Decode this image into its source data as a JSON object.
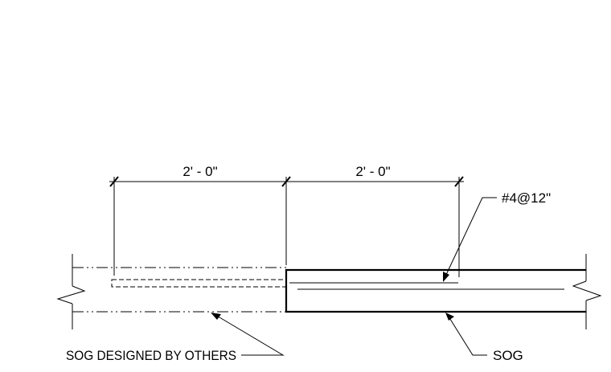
{
  "dimensions": {
    "left": "2' - 0\"",
    "right": "2' - 0\""
  },
  "callouts": {
    "rebar": "#4@12\"",
    "existing_slab": "SOG DESIGNED BY OTHERS",
    "new_slab": "SOG"
  }
}
